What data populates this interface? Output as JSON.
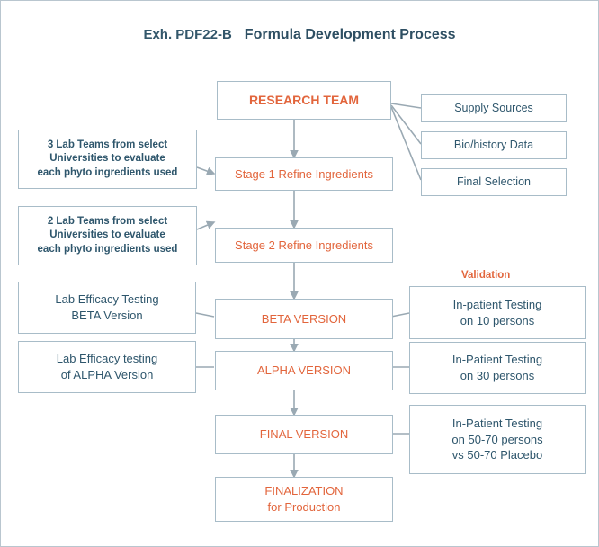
{
  "title": {
    "exhibit": "Exh. PDF22-B",
    "main": "Formula Development Process"
  },
  "labels": {
    "validation": "Validation"
  },
  "nodes": {
    "research_team": "RESEARCH TEAM",
    "supply_sources": "Supply Sources",
    "bio_history_data": "Bio/history Data",
    "final_selection": "Final Selection",
    "lab_teams_3_line1": "3 Lab Teams from select",
    "lab_teams_3_line2": "Universities to evaluate",
    "lab_teams_3_line3": "each phyto ingredients used",
    "stage1": "Stage 1 Refine Ingredients",
    "lab_teams_2_line1": "2 Lab Teams from select",
    "lab_teams_2_line2": "Universities to evaluate",
    "lab_teams_2_line3": "each phyto ingredients used",
    "stage2": "Stage 2 Refine Ingredients",
    "lab_efficacy_beta_line1": "Lab Efficacy Testing",
    "lab_efficacy_beta_line2": "BETA Version",
    "beta_version": "BETA VERSION",
    "inpatient_10_line1": "In-patient Testing",
    "inpatient_10_line2": "on 10 persons",
    "lab_efficacy_alpha_line1": "Lab Efficacy testing",
    "lab_efficacy_alpha_line2": "of ALPHA Version",
    "alpha_version": "ALPHA VERSION",
    "inpatient_30_line1": "In-Patient Testing",
    "inpatient_30_line2": "on 30 persons",
    "final_version": "FINAL VERSION",
    "inpatient_50_line1": "In-Patient Testing",
    "inpatient_50_line2": "on 50-70 persons",
    "inpatient_50_line3": "vs 50-70 Placebo",
    "finalization_line1": "FINALIZATION",
    "finalization_line2": "for Production"
  },
  "colors": {
    "accent_orange": "#e2653c",
    "accent_blue": "#2e566c",
    "border": "#a8bcc8",
    "connector": "#9aa9b3"
  }
}
